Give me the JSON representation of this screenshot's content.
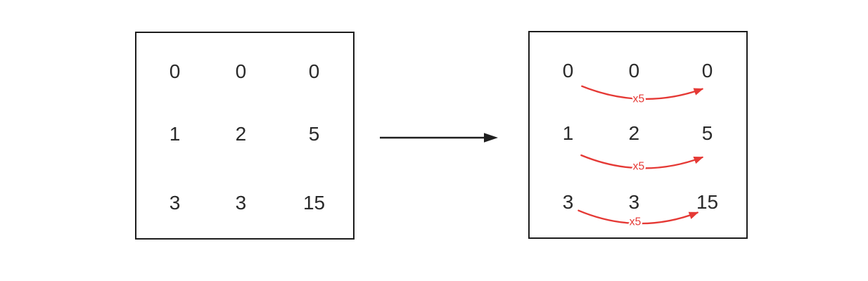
{
  "diagram": {
    "description": "Array transformation diagram: each row's first two values multiplied (x5 scaling) to produce result",
    "operation_label": "x5",
    "colors": {
      "highlight_red": "#e53935",
      "text_black": "#2a2a2a",
      "border_black": "#1c1c1c"
    },
    "left_box": {
      "rows": [
        [
          "0",
          "0",
          "0"
        ],
        [
          "1",
          "2",
          "5"
        ],
        [
          "3",
          "3",
          "15"
        ]
      ]
    },
    "right_box": {
      "rows": [
        [
          "0",
          "0",
          "0"
        ],
        [
          "1",
          "2",
          "5"
        ],
        [
          "3",
          "3",
          "15"
        ]
      ]
    }
  }
}
